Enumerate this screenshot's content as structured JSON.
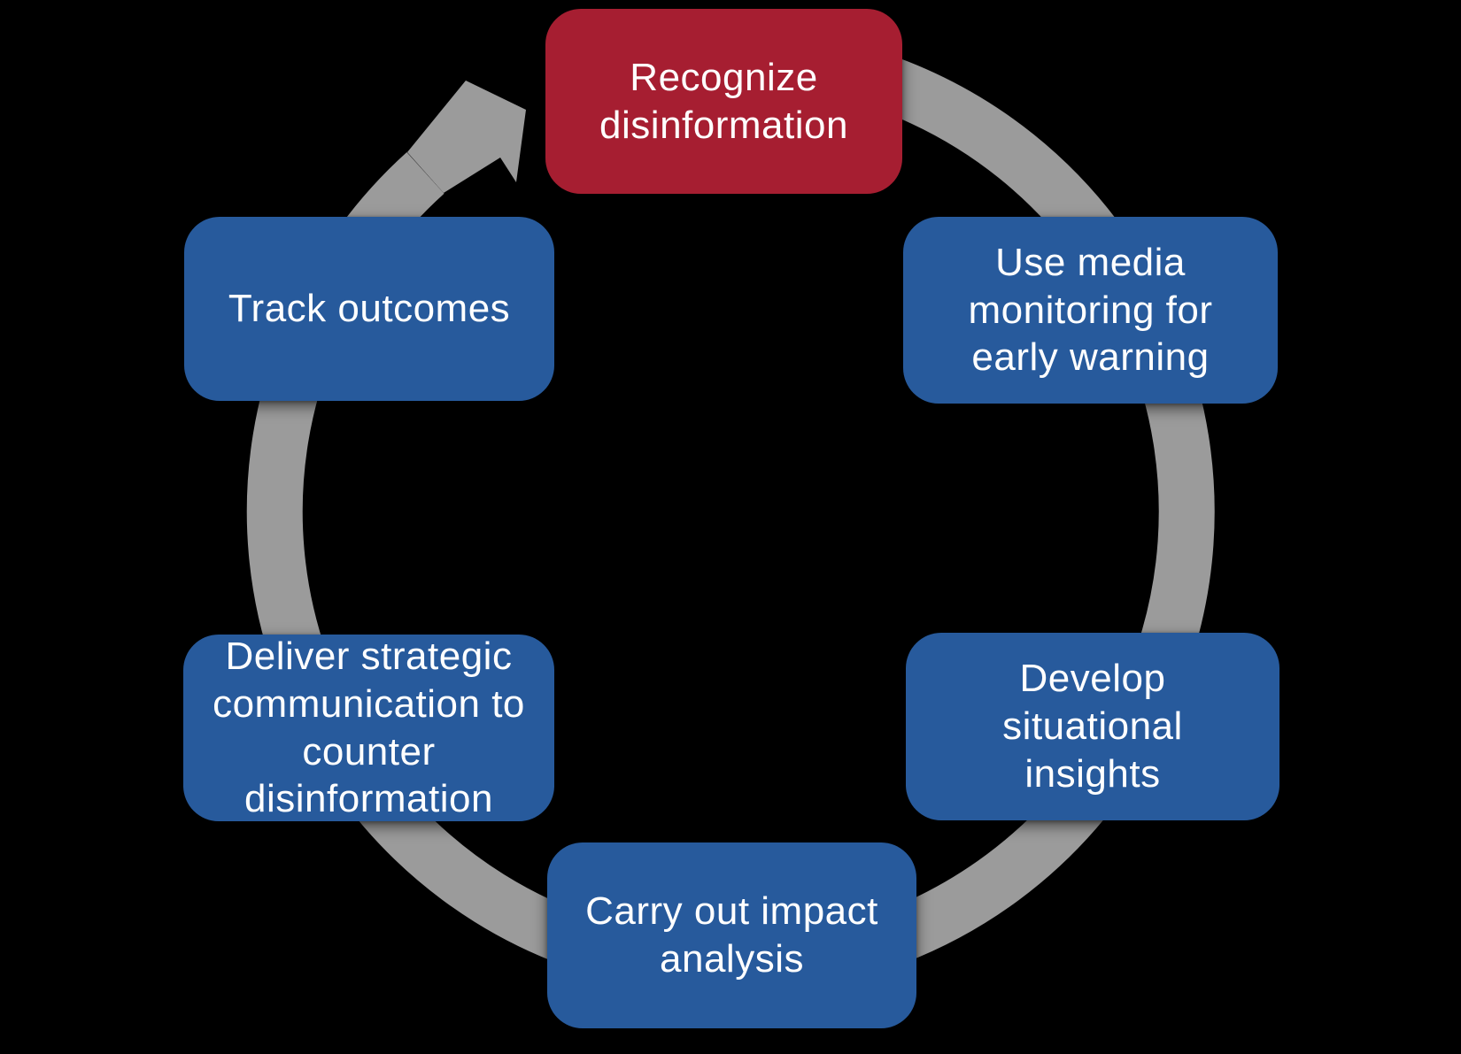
{
  "diagram": {
    "type": "cycle",
    "direction": "clockwise",
    "colors": {
      "background": "#000000",
      "ring": "#9B9B9B",
      "highlight": "#A61E31",
      "step": "#275A9C",
      "text": "#FFFFFF"
    },
    "ring": {
      "shape": "circular-arrow",
      "arrow_points_to_step": "Recognize disinformation"
    },
    "steps": [
      {
        "id": "recognize-disinformation",
        "position": "top",
        "emphasis": "highlight",
        "label": "Recognize\ndisinformation"
      },
      {
        "id": "use-media-monitoring",
        "position": "top-right",
        "emphasis": "step",
        "label": "Use media\nmonitoring for\nearly warning"
      },
      {
        "id": "develop-situational-insights",
        "position": "bottom-right",
        "emphasis": "step",
        "label": "Develop\nsituational\ninsights"
      },
      {
        "id": "carry-out-impact-analysis",
        "position": "bottom",
        "emphasis": "step",
        "label": "Carry out impact\nanalysis"
      },
      {
        "id": "deliver-strategic-communication",
        "position": "bottom-left",
        "emphasis": "step",
        "label": "Deliver strategic\ncommunication to\ncounter\ndisinformation"
      },
      {
        "id": "track-outcomes",
        "position": "top-left",
        "emphasis": "step",
        "label": "Track outcomes"
      }
    ]
  }
}
